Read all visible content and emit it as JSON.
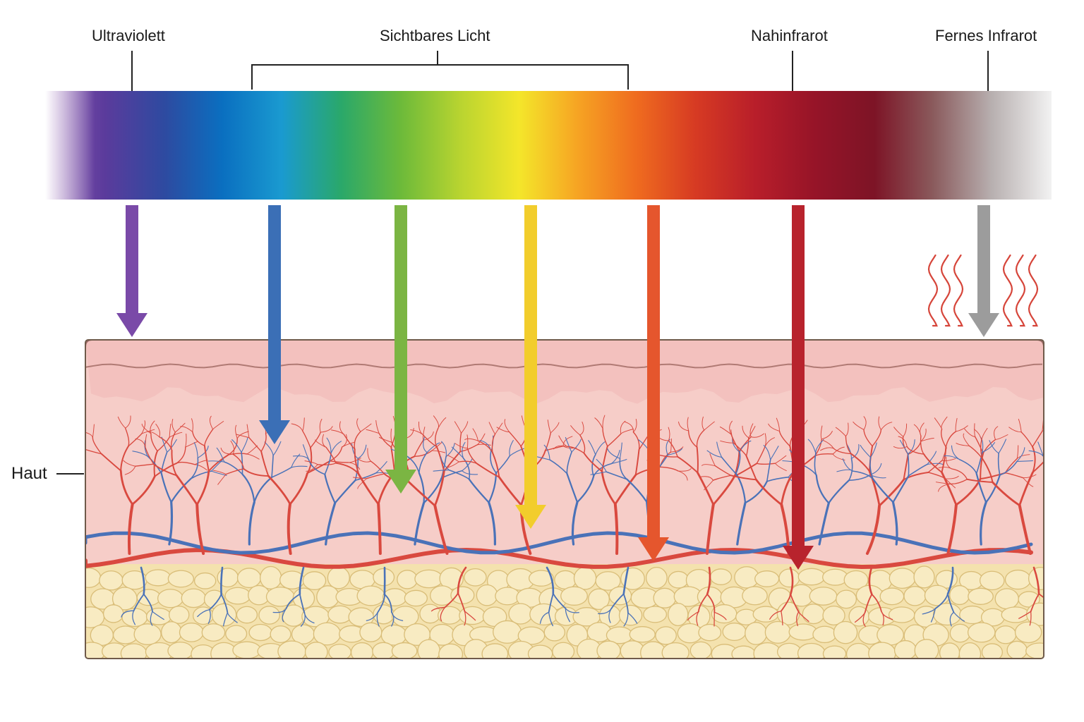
{
  "labels": {
    "uv": "Ultraviolett",
    "visible": "Sichtbares Licht",
    "nir": "Nahinfrarot",
    "fir": "Fernes Infrarot",
    "skin": "Haut"
  },
  "spectrum": {
    "stops": [
      "#8e57ad",
      "#5b3b9c",
      "#2e4aa0",
      "#0a6fc0",
      "#1a9ad0",
      "#2aa86a",
      "#6cba3a",
      "#b8d430",
      "#f4e62a",
      "#f6a423",
      "#ef6b1f",
      "#d63a23",
      "#b81e2a",
      "#961428",
      "#7d1426",
      "#8a5a5c",
      "#b8b0b0",
      "#f2f2f2"
    ]
  },
  "rays": [
    {
      "name": "ray-ultraviolet",
      "color": "#7a4aa8"
    },
    {
      "name": "ray-blue",
      "color": "#3b6fb6"
    },
    {
      "name": "ray-green",
      "color": "#7bb543"
    },
    {
      "name": "ray-yellow",
      "color": "#f2cd2c"
    },
    {
      "name": "ray-orange",
      "color": "#e5562d"
    },
    {
      "name": "ray-red",
      "color": "#b8232d"
    },
    {
      "name": "ray-far-infrared",
      "color": "#9c9c9c"
    }
  ],
  "colors": {
    "epidermis": "#f3c0bc",
    "dermis": "#f6cdc8",
    "fat": "#f4e2ae",
    "fat_outline": "#d9bd78",
    "artery": "#d9493f",
    "vein": "#4a72b8",
    "heat_waves": "#d6453a"
  }
}
